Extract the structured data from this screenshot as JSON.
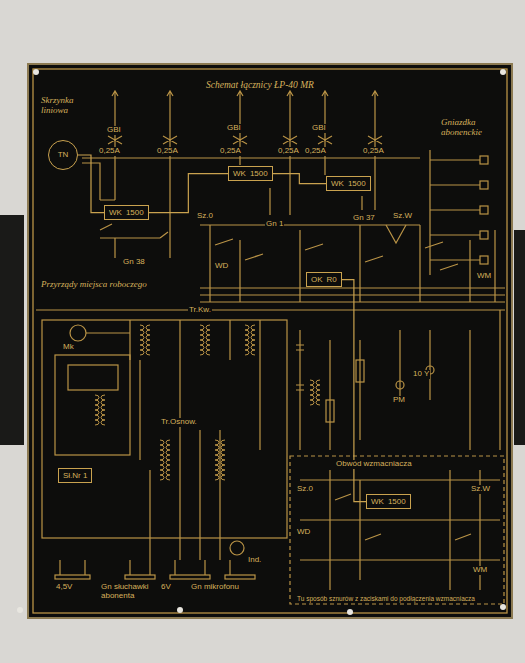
{
  "diagram": {
    "title": "Schemat łącznicy ŁP-40 MR",
    "nodes": [
      {
        "text": [
          "TN"
        ]
      },
      {
        "text": [
          "WK",
          "1500"
        ]
      },
      {
        "text": [
          "WK",
          "1500"
        ]
      },
      {
        "text": [
          "WK",
          "1500"
        ]
      },
      {
        "text": [
          "OK",
          "R0"
        ]
      },
      {
        "text": [
          "Sł.Nr 1"
        ]
      },
      {
        "text": [
          "WK",
          "1500"
        ]
      }
    ],
    "edges": [
      {
        "from": 0,
        "to": 1,
        "arrow": "none"
      },
      {
        "from": 1,
        "to": 2,
        "arrow": "none"
      },
      {
        "from": 2,
        "to": 3,
        "arrow": "none"
      },
      {
        "from": 4,
        "to": 6,
        "arrow": "none"
      }
    ],
    "labels": [
      "Skrzynka liniowa",
      "Gniazdka abonenckie",
      "Przyrządy miejsca roboczego",
      "GBI",
      "0,25A",
      "0,25A",
      "GBI",
      "0,25A",
      "0,25A",
      "GBI",
      "0,25A",
      "0,25A",
      "Gn 38",
      "Gn 1",
      "Gn 37",
      "Sz.0",
      "Sz.W",
      "WD",
      "WM",
      "Tr.Kw.",
      "Mk",
      "Tr.Osnow.",
      "Ind.",
      "PM",
      "10 Y",
      "Obwód wzmacniacza",
      "Sz.0",
      "Sz.W",
      "WD",
      "WM",
      "4,5V",
      "Gn słuchawki abonenta",
      "6V",
      "Gn mikrofonu",
      "Tu sposób sznurów z zaciskami do podłączenia wzmacniacza"
    ]
  }
}
